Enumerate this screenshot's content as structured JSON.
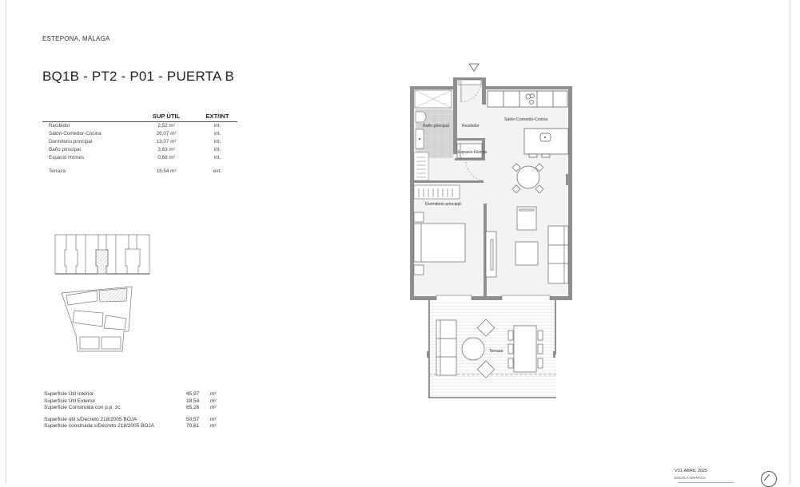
{
  "header": {
    "location": "ESTEPONA, MÁLAGA",
    "unit_title": "BQ1B - PT2 - P01 - PUERTA B"
  },
  "room_table": {
    "columns": [
      "",
      "SUP ÚTIL",
      "EXT/INT"
    ],
    "rows": [
      {
        "name": "Recibidor",
        "area": "2,52 m²",
        "type": "int."
      },
      {
        "name": "Salón-Comedor-Cocina",
        "area": "26,07 m²",
        "type": "int."
      },
      {
        "name": "Dormitorio principal",
        "area": "13,07 m²",
        "type": "int."
      },
      {
        "name": "Baño principal",
        "area": "3,63 m²",
        "type": "int."
      },
      {
        "name": "Espacio Homes",
        "area": "0,68 m²",
        "type": "int."
      }
    ],
    "exterior_rows": [
      {
        "name": "Terraza",
        "area": "18,54 m²",
        "type": "ext."
      }
    ]
  },
  "totals": {
    "group1": [
      {
        "label": "Superficie Útil Interior",
        "value": "45,97",
        "unit": "m²"
      },
      {
        "label": "Superficie Útil Exterior",
        "value": "18,54",
        "unit": "m²"
      },
      {
        "label": "Superficie Construida con p.p. zc.",
        "value": "65,26",
        "unit": "m²"
      }
    ],
    "group2": [
      {
        "label": "Superficie útil s/Decreto 218/2005 BOJA",
        "value": "50,57",
        "unit": "m²"
      },
      {
        "label": "Superficie construida s/Decreto 218/2005 BOJA",
        "value": "70,61",
        "unit": "m²"
      }
    ]
  },
  "floor_plan": {
    "labels": {
      "bathroom": "Baño principal",
      "entrance": "Recibidor",
      "living": "Salón-Comedor-Cocina",
      "homes": "Espacio Homes",
      "bedroom": "Dormitorio principal",
      "terrace": "Terraza"
    },
    "entrance_marker": "entrance-arrow"
  },
  "footer": {
    "version": "V01-ABRIL 2025",
    "scale_label": "ESCALA GRÁFICA"
  },
  "colors": {
    "wall": "#8f8f8f",
    "floor": "#f3f3f3",
    "bath_floor": "#d4d4d4",
    "line": "#555555",
    "highlight_hatch": "#bdbdbd"
  }
}
